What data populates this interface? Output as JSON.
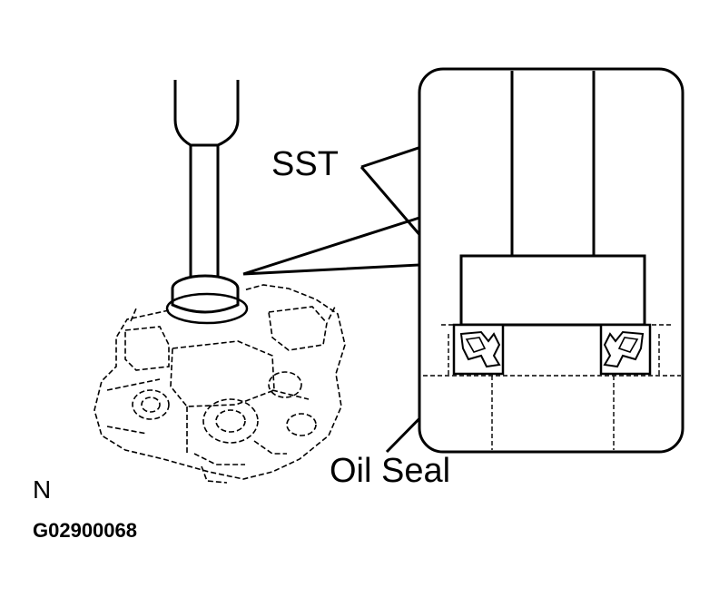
{
  "labels": {
    "sst": "SST",
    "oil_seal": "Oil Seal",
    "view_marker": "N",
    "figure_code": "G02900068"
  },
  "colors": {
    "ink": "#000000",
    "paper": "#ffffff"
  }
}
